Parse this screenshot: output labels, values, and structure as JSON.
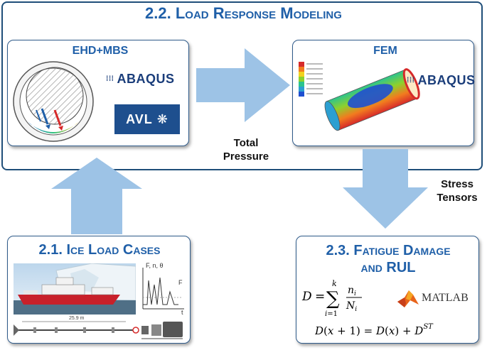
{
  "load_response": {
    "title": "2.2. Load Response Modeling",
    "ehd": {
      "subtitle": "EHD+MBS",
      "abaqus_label": "ABAQUS",
      "avl_label": "AVL"
    },
    "fem": {
      "subtitle": "FEM",
      "abaqus_label": "ABAQUS"
    }
  },
  "arrow_labels": {
    "total_pressure_line1": "Total",
    "total_pressure_line2": "Pressure",
    "stress_tensors_line1": "Stress",
    "stress_tensors_line2": "Tensors"
  },
  "ice_load": {
    "title": "2.1. Ice Load Cases",
    "graph_axis_y": "F, n, θ",
    "graph_axis_x": "t",
    "graph_f_label": "F",
    "scale_label": "25.9 m"
  },
  "fatigue": {
    "title_line1": "2.3. Fatigue Damage",
    "title_line2": "and RUL",
    "matlab_label": "MATLAB"
  },
  "colors": {
    "title_blue": "#1f5fa8",
    "frame_blue": "#1f4e79",
    "arrow_fill": "#9dc3e6"
  }
}
